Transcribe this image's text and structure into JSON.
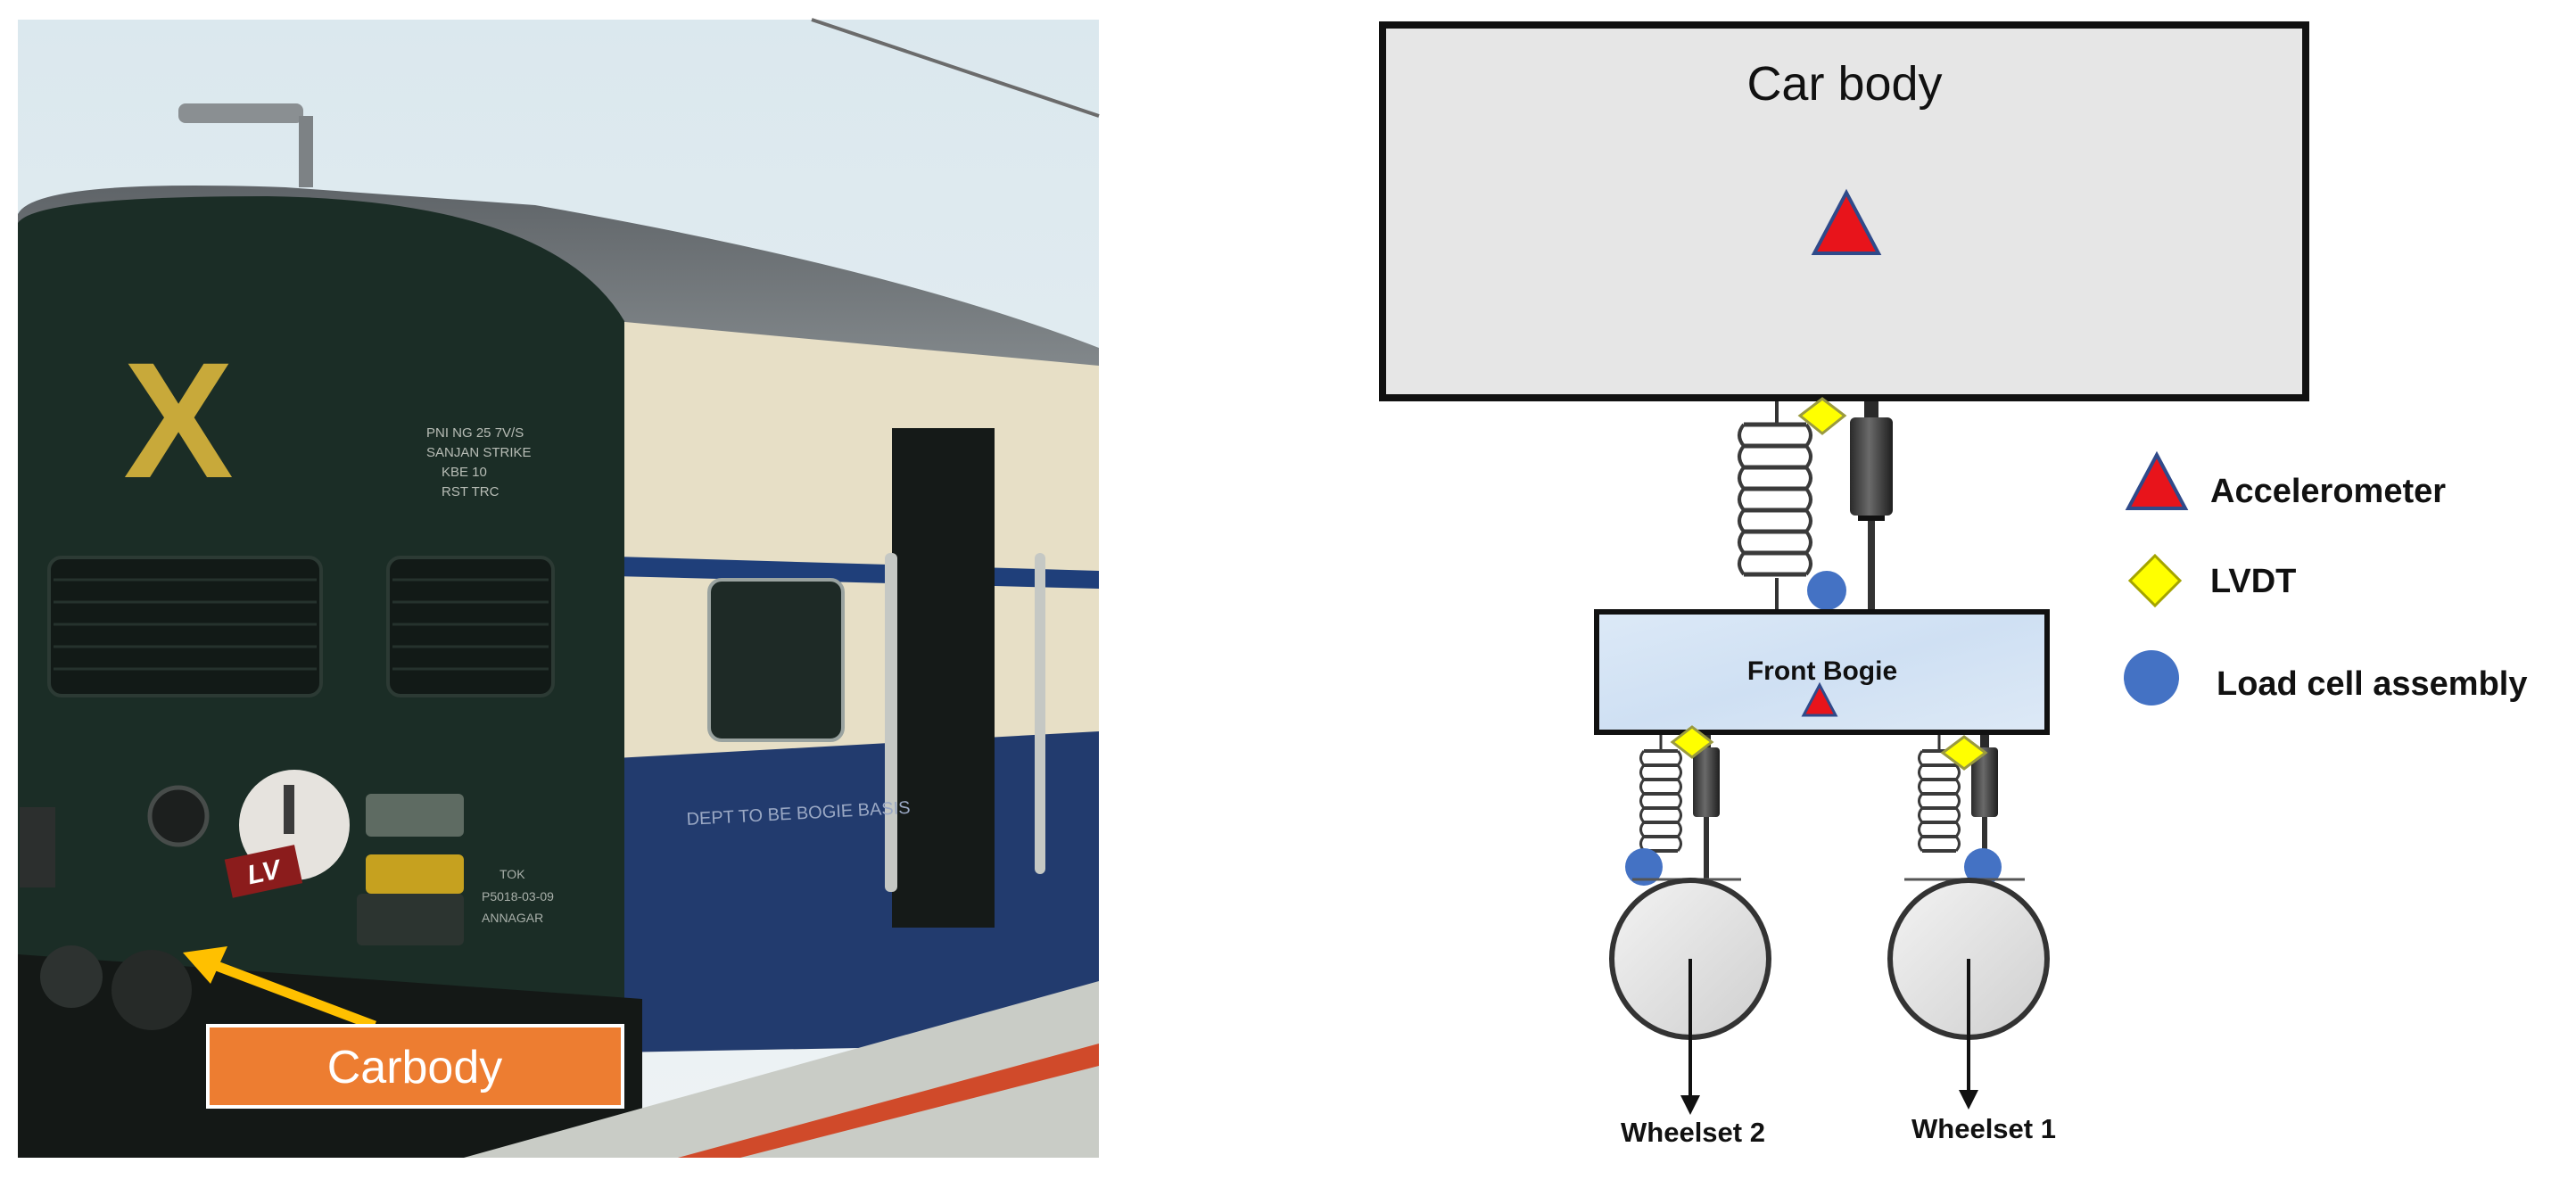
{
  "photo": {
    "marking": "X",
    "plate_label": "LV",
    "callout_label": "Carbody"
  },
  "diagram": {
    "car_body_label": "Car body",
    "bogie_label": "Front Bogie",
    "wheelset_left_label": "Wheelset 2",
    "wheelset_right_label": "Wheelset 1"
  },
  "legend": {
    "items": [
      {
        "label": "Accelerometer",
        "icon": "red-triangle-icon"
      },
      {
        "label": "LVDT",
        "icon": "yellow-diamond-icon"
      },
      {
        "label": "Load cell assembly",
        "icon": "blue-circle-icon"
      }
    ]
  },
  "colors": {
    "accelerometer": "#e8141b",
    "lvdt": "#ffff00",
    "load_cell": "#4472c4",
    "callout": "#ed7d31",
    "arrow": "#ffc000"
  }
}
